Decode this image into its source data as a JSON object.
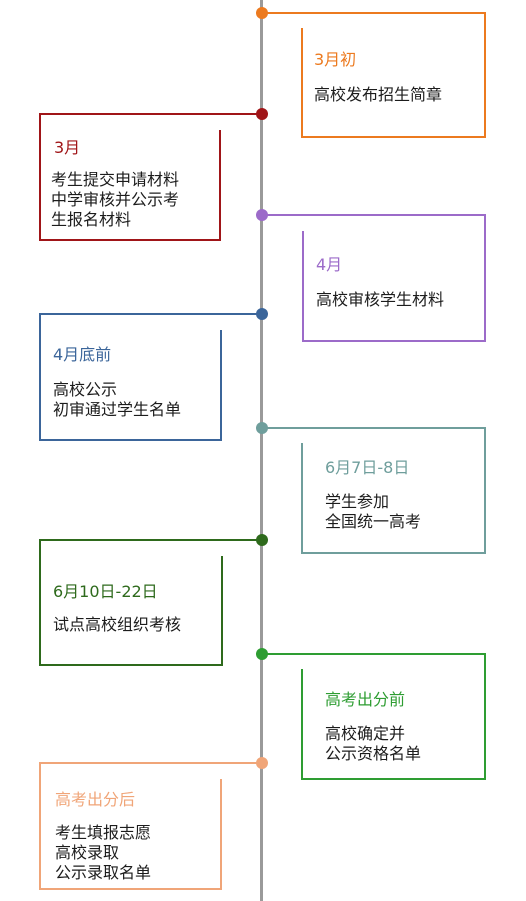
{
  "events": [
    {
      "date": "3月初",
      "desc": "高校发布招生简章",
      "color": "#ec7a1f"
    },
    {
      "date": "3月",
      "desc": "考生提交申请材料\n中学审核并公示考\n生报名材料",
      "color": "#a01518"
    },
    {
      "date": "4月",
      "desc": "高校审核学生材料",
      "color": "#9c6bc9"
    },
    {
      "date": "4月底前",
      "desc": "高校公示\n初审通过学生名单",
      "color": "#3b659a"
    },
    {
      "date": "6月7日-8日",
      "desc": "学生参加\n全国统一高考",
      "color": "#6f9e9c"
    },
    {
      "date": "6月10日-22日",
      "desc": "试点高校组织考核",
      "color": "#2e6a1c"
    },
    {
      "date": "高考出分前",
      "desc": "高校确定并\n公示资格名单",
      "color": "#2e9d32"
    },
    {
      "date": "高考出分后",
      "desc": "考生填报志愿\n高校录取\n公示录取名单",
      "color": "#f0a578"
    }
  ]
}
